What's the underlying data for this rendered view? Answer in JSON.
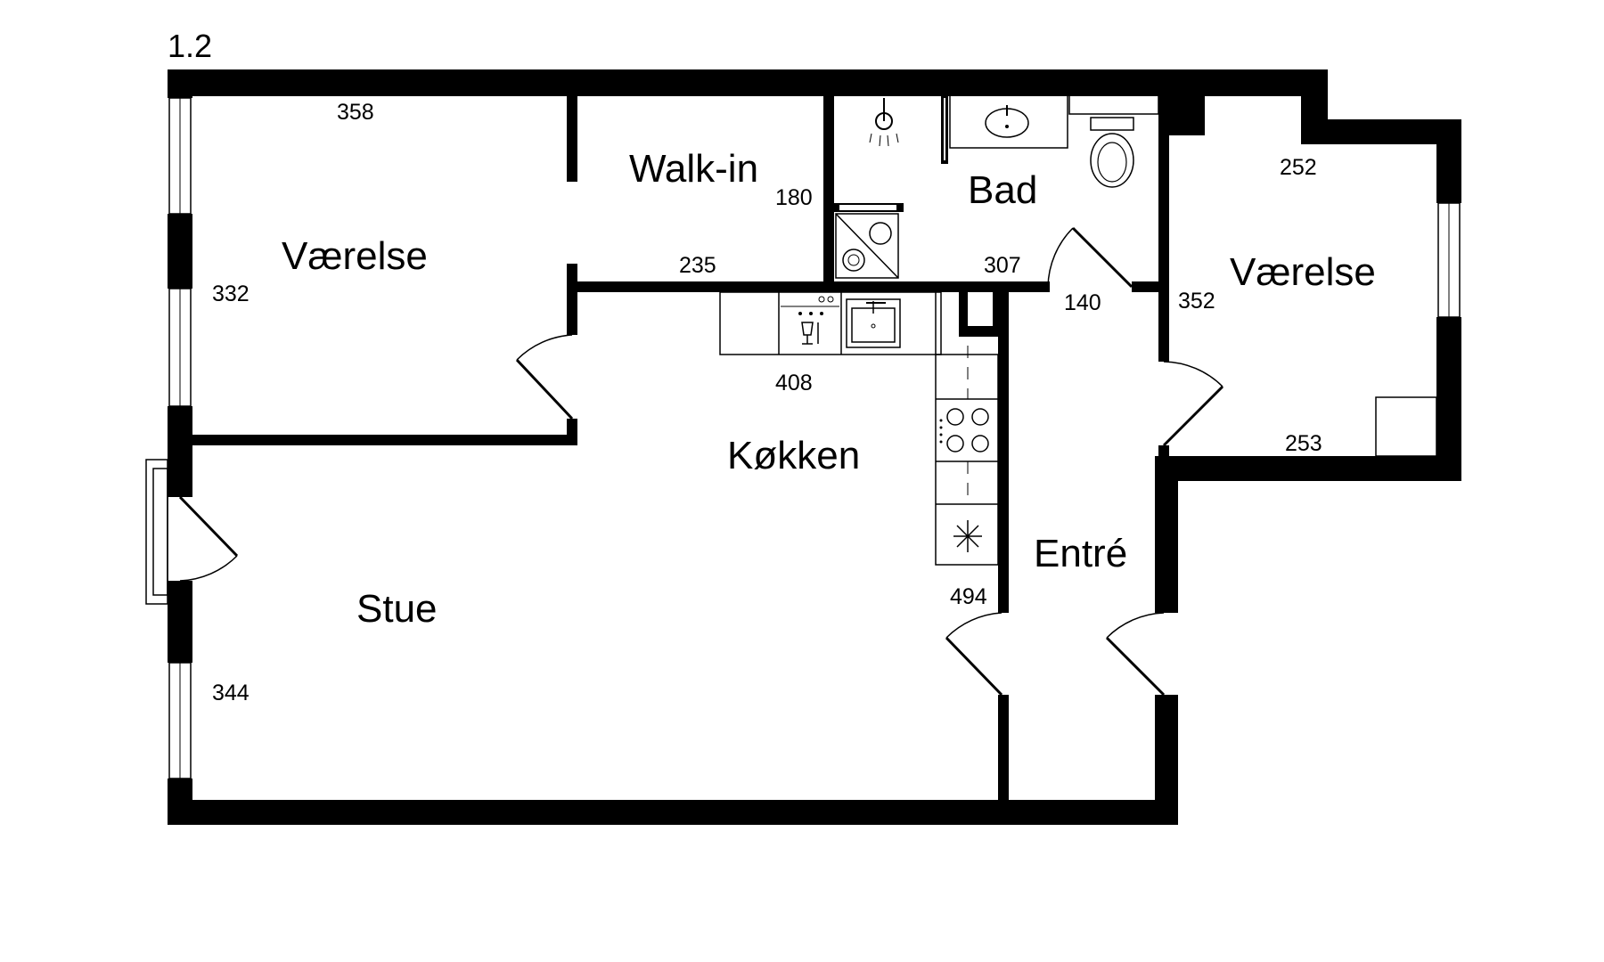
{
  "plan_id": "1.2",
  "rooms": {
    "bedroom_left": "Værelse",
    "walk_in": "Walk-in",
    "bathroom": "Bad",
    "bedroom_right": "Værelse",
    "kitchen": "Køkken",
    "living_room": "Stue",
    "hallway": "Entré"
  },
  "dimensions": {
    "bedroom_left_top": "358",
    "bedroom_left_side": "332",
    "walk_in_side": "180",
    "walk_in_bottom": "235",
    "bathroom_bottom": "307",
    "bathroom_door_width": "140",
    "bedroom_right_top": "252",
    "bedroom_right_side": "352",
    "bedroom_right_bottom": "253",
    "kitchen_width": "408",
    "kitchen_side": "494",
    "living_side": "344"
  },
  "fixtures": [
    "shower-icon",
    "washbasin-icon",
    "toilet-icon",
    "washer-dryer-icon",
    "dishwasher-icon",
    "kitchen-sink-icon",
    "stove-icon",
    "fridge-icon"
  ]
}
